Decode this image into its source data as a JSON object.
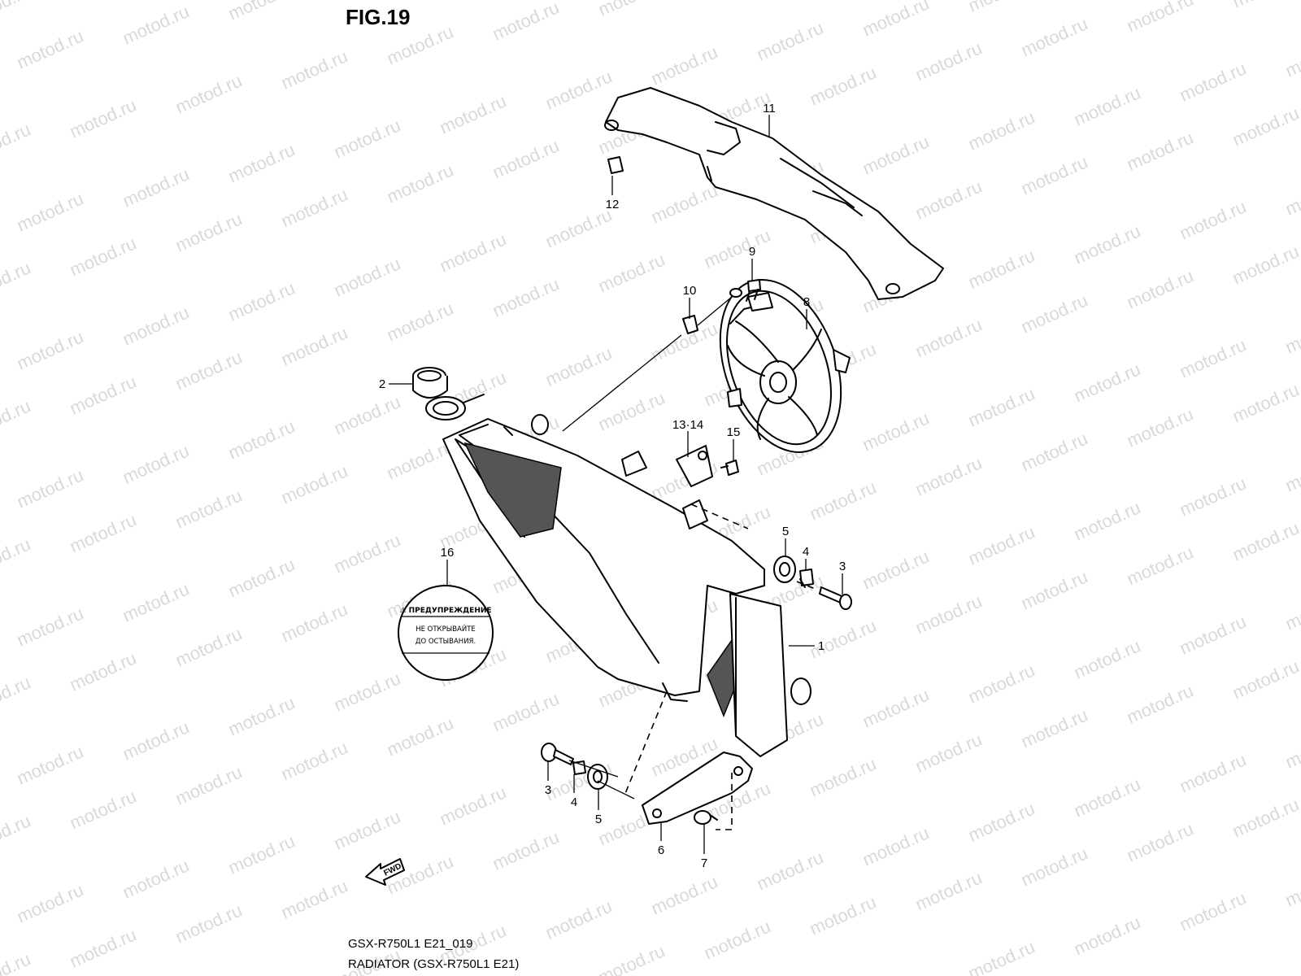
{
  "figure": {
    "title": "FIG.19",
    "model_code": "GSX-R750L1 E21_019",
    "caption": "RADIATOR (GSX-R750L1 E21)",
    "watermark": "motod.ru"
  },
  "warning_label": {
    "heading": "⚠ ПРЕДУПРЕЖДЕНИЕ",
    "line1": "НЕ ОТКРЫВАЙТЕ",
    "line2": "ДО ОСТЫВАНИЯ."
  },
  "fwd_marker": "FWD",
  "callouts": [
    "1",
    "2",
    "3",
    "3",
    "4",
    "4",
    "5",
    "5",
    "6",
    "7",
    "8",
    "9",
    "10",
    "11",
    "12",
    "13·14",
    "15",
    "16"
  ]
}
